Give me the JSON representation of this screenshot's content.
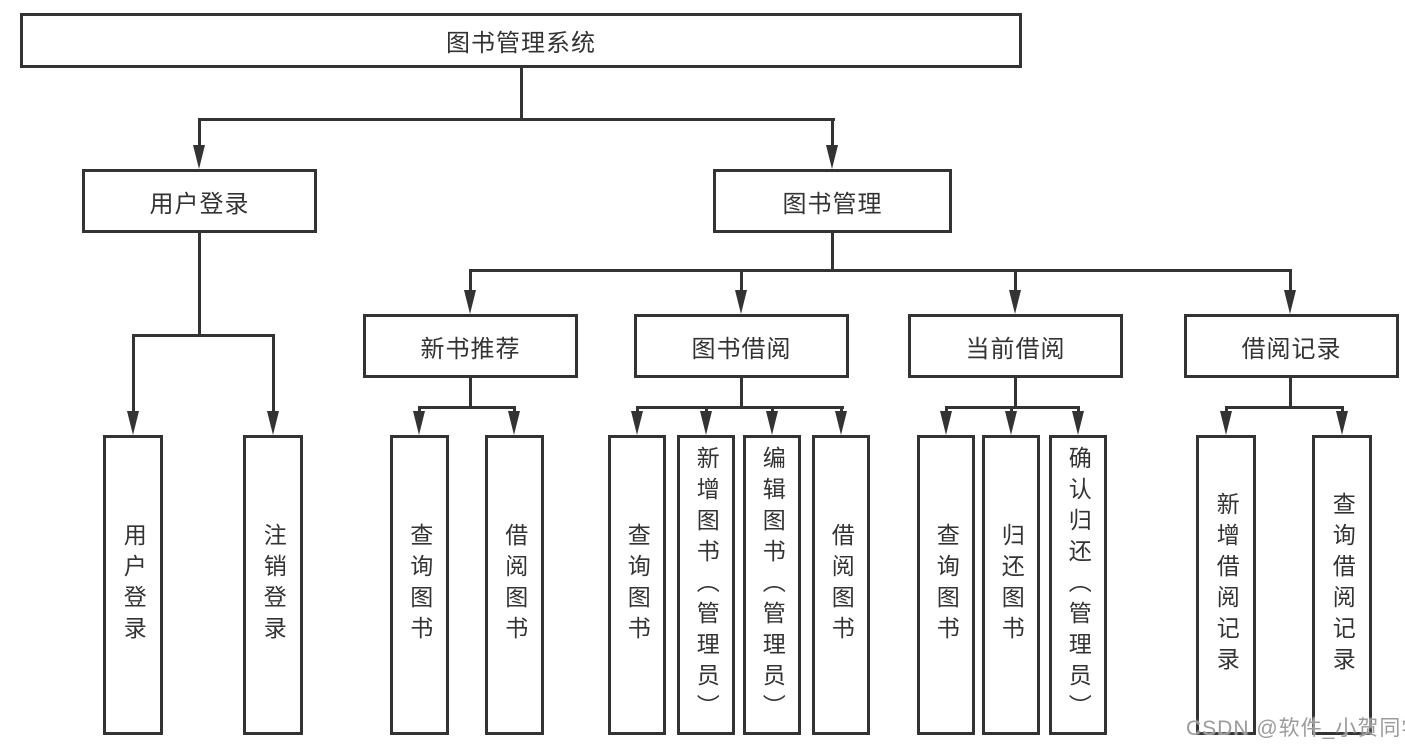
{
  "colors": {
    "line": "#333333",
    "text": "#333333",
    "box_background": "#ffffff",
    "page_background": "#ffffff",
    "watermark": "#9b9b9b"
  },
  "tree": {
    "root": {
      "label": "图书管理系统",
      "children": [
        {
          "label": "用户登录",
          "children": [
            {
              "label": "用户登录"
            },
            {
              "label": "注销登录"
            }
          ]
        },
        {
          "label": "图书管理",
          "children": [
            {
              "label": "新书推荐",
              "children": [
                {
                  "label": "查询图书"
                },
                {
                  "label": "借阅图书"
                }
              ]
            },
            {
              "label": "图书借阅",
              "children": [
                {
                  "label": "查询图书"
                },
                {
                  "label": "新增图书（管理员）"
                },
                {
                  "label": "编辑图书（管理员）"
                },
                {
                  "label": "借阅图书"
                }
              ]
            },
            {
              "label": "当前借阅",
              "children": [
                {
                  "label": "查询图书"
                },
                {
                  "label": "归还图书"
                },
                {
                  "label": "确认归还（管理员）"
                }
              ]
            },
            {
              "label": "借阅记录",
              "children": [
                {
                  "label": "新增借阅记录"
                },
                {
                  "label": "查询借阅记录"
                }
              ]
            }
          ]
        }
      ]
    }
  },
  "watermark": {
    "text": "CSDN @软件_小贺同学"
  }
}
